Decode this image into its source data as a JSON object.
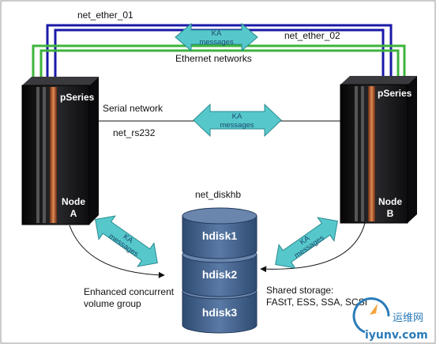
{
  "networks": {
    "ether1_label": "net_ether_01",
    "ether2_label": "net_ether_02",
    "ethernet_label": "Ethernet networks",
    "serial_label": "Serial network",
    "rs232_label": "net_rs232",
    "diskhb_label": "net_diskhb"
  },
  "ka_arrows": [
    {
      "line1": "KA",
      "line2": "messages"
    },
    {
      "line1": "KA",
      "line2": "messages"
    },
    {
      "line1": "KA",
      "line2": "messages"
    },
    {
      "line1": "KA",
      "line2": "messages"
    }
  ],
  "nodes": [
    {
      "brand": "pSeries",
      "name_line1": "Node",
      "name_line2": "A"
    },
    {
      "brand": "pSeries",
      "name_line1": "Node",
      "name_line2": "B"
    }
  ],
  "disks": [
    "hdisk1",
    "hdisk2",
    "hdisk3"
  ],
  "volume_group": {
    "line1": "Enhanced concurrent",
    "line2": "volume group"
  },
  "storage": {
    "line1": "Shared storage:",
    "line2": "FAStT, ESS, SSA, SCSI"
  },
  "watermark": {
    "cn": "运维网",
    "url": "iyunv.com"
  },
  "colors": {
    "blue_net": "#1a1aa8",
    "green_net": "#3cb43c",
    "ka_fill": "#56c8cc",
    "disk_fill": "#41608a",
    "server_body": "#1d1d1f",
    "server_stripe": "#c06a3a"
  }
}
